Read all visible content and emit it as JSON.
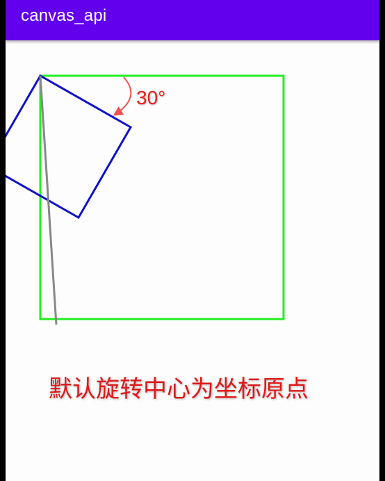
{
  "app_bar": {
    "title": "canvas_api",
    "color": "#6200ee"
  },
  "canvas": {
    "angle_label": "30°",
    "caption": "默认旋转中心为坐标原点",
    "colors": {
      "original_rect": "#22ee22",
      "rotated_rect": "#1010cc",
      "guide_line": "#888888",
      "annotation": "#e8201e"
    }
  }
}
